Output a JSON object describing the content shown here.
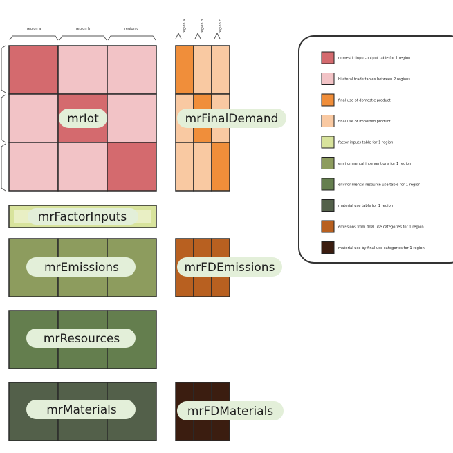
{
  "colors": {
    "domestic_io": "#d46a6e",
    "trade_io": "#f2c3c6",
    "fd_domestic": "#f08e3a",
    "fd_imported": "#f9c9a2",
    "factor_inputs": "#d8e39c",
    "emissions": "#8d9c5e",
    "resources": "#647e4e",
    "materials": "#53604a",
    "fd_emissions": "#b86020",
    "fd_materials": "#3b1d10",
    "pill_bg": "#e3efd9",
    "legend_border": "#333333"
  },
  "top_labels": {
    "mriot_regions": [
      "region a",
      "region b",
      "region c"
    ],
    "fd_regions": [
      "region a",
      "region b",
      "region c"
    ]
  },
  "blocks": {
    "mriot": "mrIot",
    "final_demand": "mrFinalDemand",
    "factor_inputs": "mrFactorInputs",
    "emissions": "mrEmissions",
    "fd_emissions": "mrFDEmissions",
    "resources": "mrResources",
    "materials": "mrMaterials",
    "fd_materials": "mrFDMaterials"
  },
  "legend": [
    {
      "label": "domestic input-output table for 1 region",
      "color": "#d46a6e"
    },
    {
      "label": "bilateral trade tables between 2 regions",
      "color": "#f2c3c6"
    },
    {
      "label": "final use of domestic product",
      "color": "#f08e3a"
    },
    {
      "label": "final use of imported product",
      "color": "#f9c9a2"
    },
    {
      "label": "factor inputs table for 1 region",
      "color": "#d8e39c"
    },
    {
      "label": "environmental interventions for 1 region",
      "color": "#8d9c5e"
    },
    {
      "label": "environmental resource use table for 1 region",
      "color": "#647e4e"
    },
    {
      "label": "material use table for 1 region",
      "color": "#53604a"
    },
    {
      "label": "emissions from final use categories for 1 region",
      "color": "#b86020"
    },
    {
      "label": "material use by final use categories for 1 region",
      "color": "#3b1d10"
    }
  ]
}
